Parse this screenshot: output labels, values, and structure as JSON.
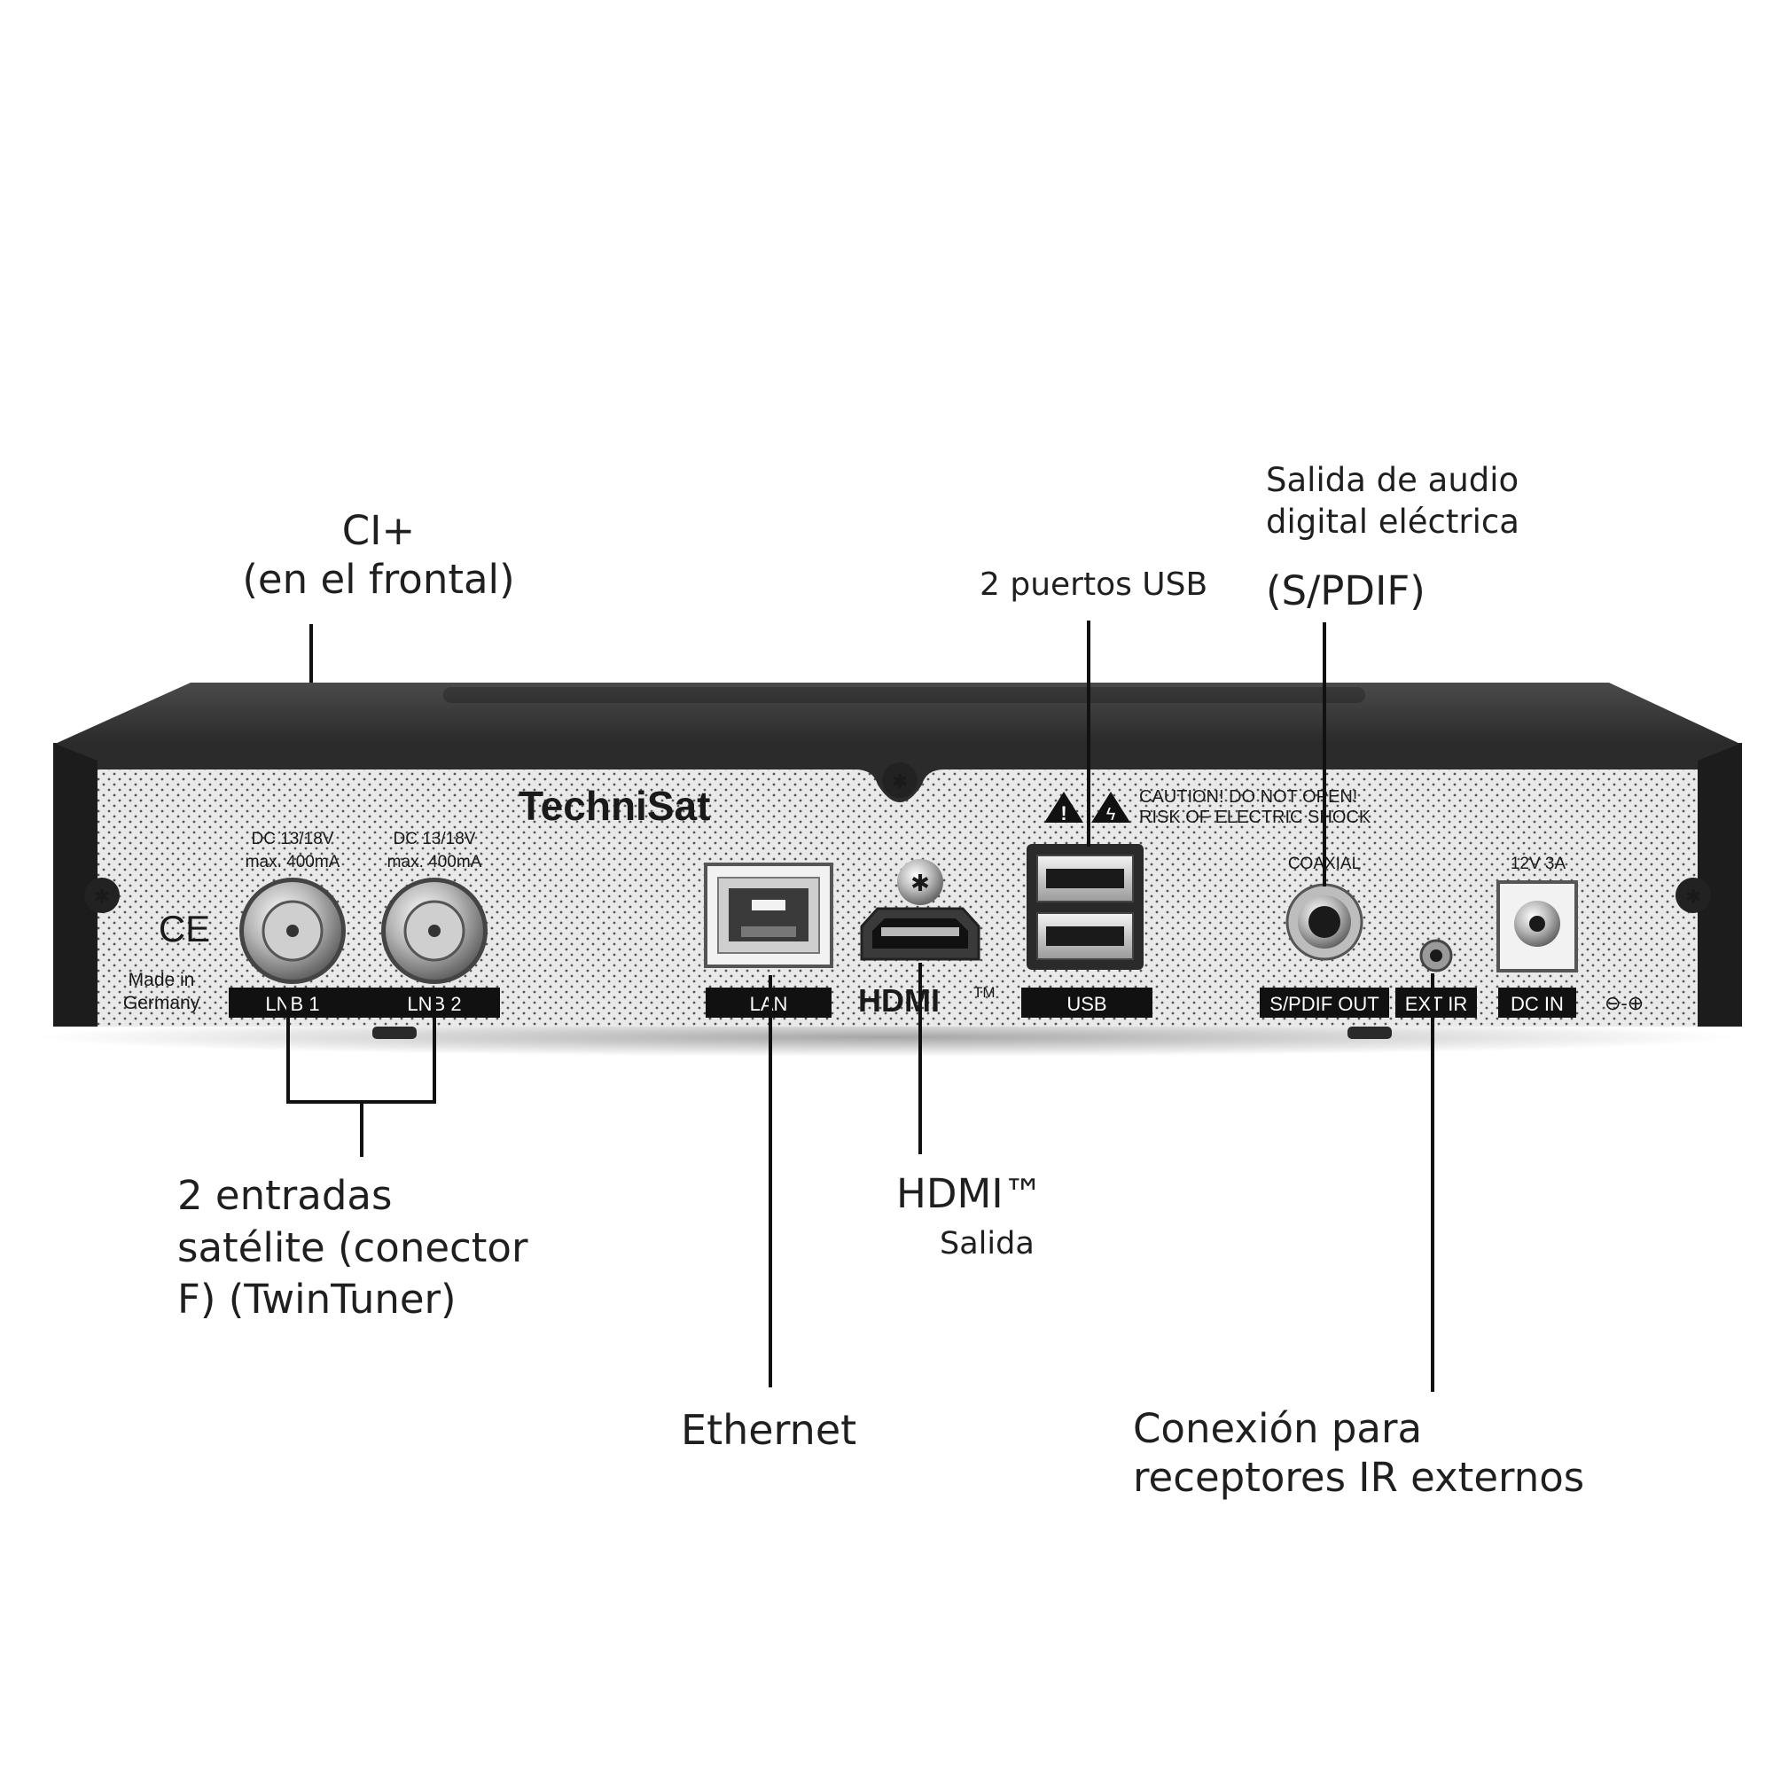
{
  "callouts": {
    "ci_plus": "CI+\n(en el frontal)",
    "usb": "2 puertos USB",
    "spdif_line1": "Salida de audio\ndigital eléctrica",
    "spdif_line2": "(S/PDIF)",
    "satellite": "2 entradas\nsatélite (conector\nF) (TwinTuner)",
    "hdmi_title": "HDMI™",
    "hdmi_sub": "Salida",
    "ethernet": "Ethernet",
    "ext_ir": "Conexión para\nreceptores IR externos"
  },
  "panel": {
    "brand": "TechniSat",
    "caution_line1": "CAUTION! DO NOT OPEN!",
    "caution_line2": "RISK OF ELECTRIC SHOCK",
    "lnb1_spec_line1": "DC 13/18V",
    "lnb1_spec_line2": "max. 400mA",
    "lnb2_spec_line1": "DC 13/18V",
    "lnb2_spec_line2": "max. 400mA",
    "ce_mark": "CE",
    "origin_line1": "Made in",
    "origin_line2": "Germany",
    "coaxial": "COAXIAL",
    "power_spec": "12V 3A",
    "hdmi_logo": "HDMI",
    "hdmi_logo_tm": "TM",
    "dc_symbol": "⊖-⊕"
  },
  "port_tags": {
    "lnb1": "LNB 1",
    "lnb2": "LNB 2",
    "lan": "LAN",
    "usb": "USB",
    "spdif_out": "S/PDIF OUT",
    "ext_ir": "EXT IR",
    "dc_in": "DC IN"
  },
  "colors": {
    "housing": "#2b2b2b",
    "panel": "#e6e6e6",
    "tag_bg": "#111111",
    "leader": "#111111"
  }
}
